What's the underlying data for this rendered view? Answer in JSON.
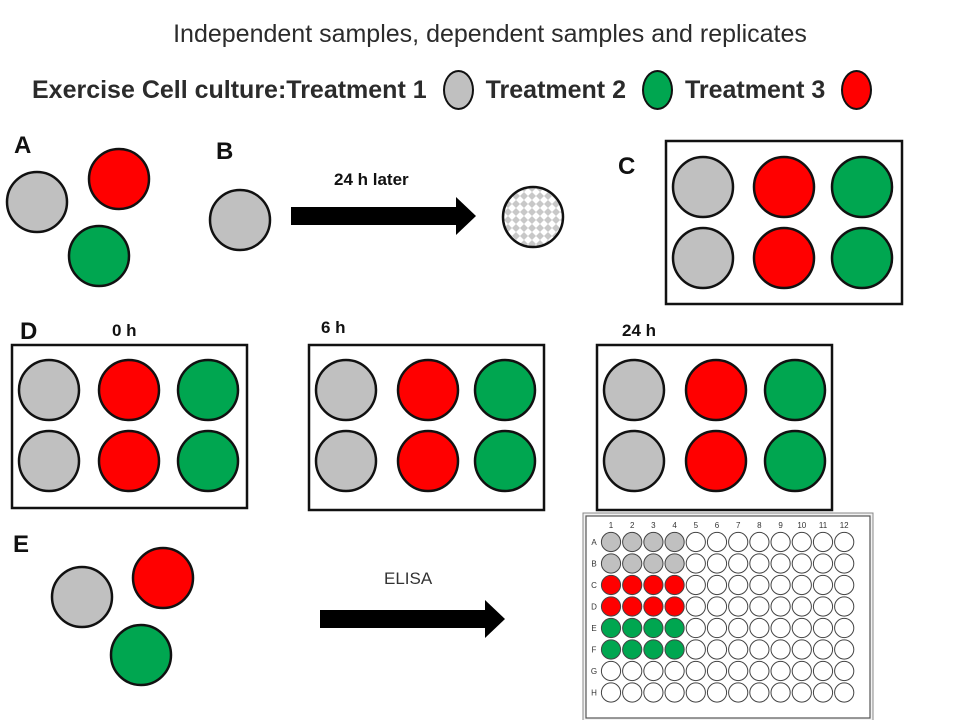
{
  "title": "Independent samples, dependent samples and replicates",
  "legend": {
    "prefix": "Exercise Cell culture: ",
    "items": [
      {
        "label": "Treatment 1",
        "color": "#c0c0c0"
      },
      {
        "label": "Treatment 2",
        "color": "#00a650"
      },
      {
        "label": "Treatment 3",
        "color": "#ff0000"
      }
    ]
  },
  "panels": {
    "a": "A",
    "b": "B",
    "c": "C",
    "d": "D",
    "e": "E"
  },
  "labels": {
    "b_arrow": "24 h later",
    "d_t0": "0 h",
    "d_t6": "6 h",
    "d_t24": "24 h",
    "e_arrow": "ELISA"
  },
  "colors": {
    "gray": "#c0c0c0",
    "green": "#00a650",
    "red": "#ff0000",
    "outline": "#111111"
  },
  "plate96": {
    "columns": [
      "1",
      "2",
      "3",
      "4",
      "5",
      "6",
      "7",
      "8",
      "9",
      "10",
      "11",
      "12"
    ],
    "rows": [
      "A",
      "B",
      "C",
      "D",
      "E",
      "F",
      "G",
      "H"
    ],
    "filled_rows": {
      "A": "gray",
      "B": "gray",
      "C": "red",
      "D": "red",
      "E": "green",
      "F": "green"
    },
    "filled_columns": 4
  }
}
